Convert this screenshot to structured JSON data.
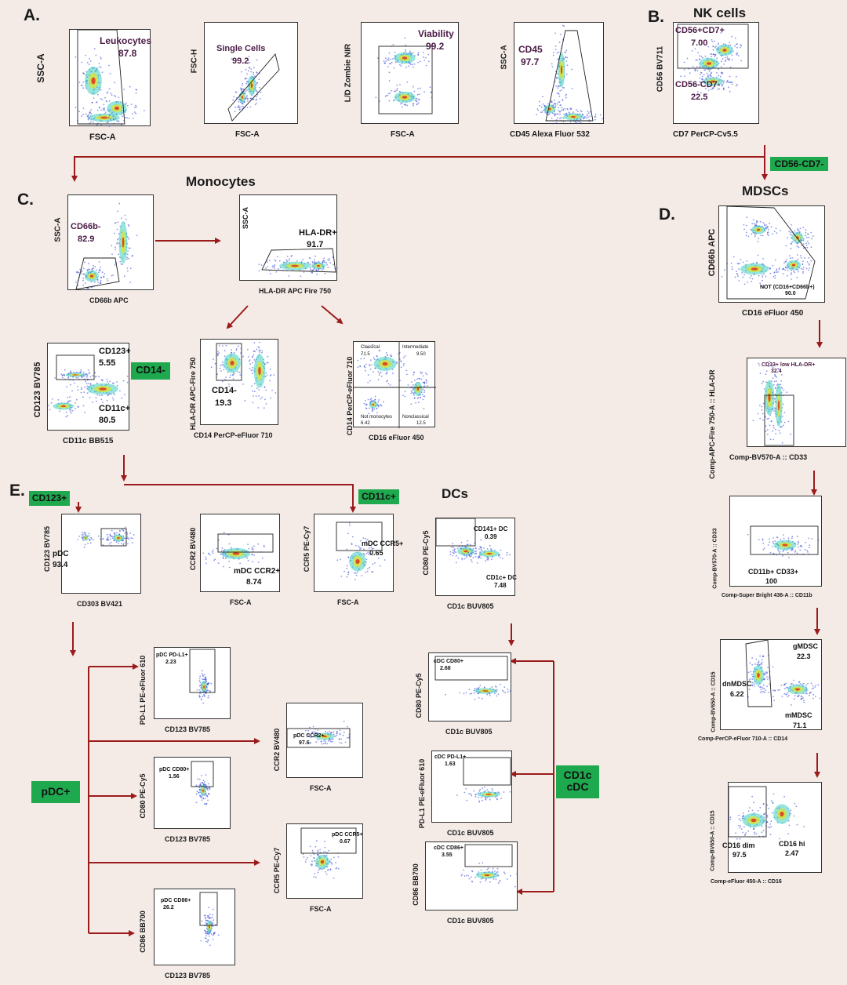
{
  "sections": {
    "A": "A.",
    "B": "B.",
    "C": "C.",
    "D": "D.",
    "E": "E."
  },
  "titles": {
    "nk": "NK cells",
    "mono": "Monocytes",
    "mdsc": "MDSCs",
    "dc": "DCs"
  },
  "tags": {
    "cd56cd7": "CD56-CD7-",
    "cd14neg": "CD14-",
    "cd123pos": "CD123+",
    "cd11cpos": "CD11c+",
    "pdcpos": "pDC+",
    "cd1c": "CD1c cDC"
  },
  "colors": {
    "background": "#f4ebe7",
    "arrow": "#9b1b1b",
    "tag": "#1fa94f"
  },
  "plots": [
    {
      "id": "leukocytes",
      "x_label": "FSC-A",
      "y_label": "SSC-A",
      "gate": "Leukocytes",
      "value": "87.8"
    },
    {
      "id": "single-cells",
      "x_label": "FSC-A",
      "y_label": "FSC-H",
      "gate": "Single Cells",
      "value": "99.2"
    },
    {
      "id": "viability",
      "x_label": "FSC-A",
      "y_label": "L/D Zombie NIR",
      "gate": "Viability",
      "value": "99.2"
    },
    {
      "id": "cd45",
      "x_label": "CD45 Alexa Fluor 532",
      "y_label": "SSC-A",
      "gate": "CD45",
      "value": "97.7"
    },
    {
      "id": "nk",
      "x_label": "CD7 PerCP-Cv5.5",
      "y_label": "CD56 BV711",
      "gates": [
        {
          "gate": "CD56+CD7+",
          "value": "7.00"
        },
        {
          "gate": "CD56-CD7-",
          "value": "22.5"
        }
      ]
    },
    {
      "id": "cd66b",
      "x_label": "CD66b APC",
      "y_label": "SSC-A",
      "gate": "CD66b-",
      "value": "82.9"
    },
    {
      "id": "hladr",
      "x_label": "HLA-DR APC Fire 750",
      "y_label": "SSC-A",
      "gate": "HLA-DR+",
      "value": "91.7"
    },
    {
      "id": "cd123-cd11c",
      "x_label": "CD11c BB515",
      "y_label": "CD123 BV785",
      "gates": [
        {
          "gate": "CD123+",
          "value": "5.55"
        },
        {
          "gate": "CD11c+",
          "value": "80.5"
        }
      ]
    },
    {
      "id": "cd14",
      "x_label": "CD14 PerCP-eFluor 710",
      "y_label": "HLA-DR APC-Fire 750",
      "gate": "CD14-",
      "value": "19.3"
    },
    {
      "id": "quad",
      "x_label": "CD16 eFluor 450",
      "y_label": "CD14 PerCP-eFluor 710",
      "gates": [
        {
          "gate": "Classical",
          "value": "71.5"
        },
        {
          "gate": "Intermediate",
          "value": "9.50"
        },
        {
          "gate": "Not monocytes",
          "value": "6.42"
        },
        {
          "gate": "Nonclassical",
          "value": "12.5"
        }
      ]
    },
    {
      "id": "mdsc-cd66b",
      "x_label": "CD16 eFluor 450",
      "y_label": "CD66b APC",
      "gate": "NOT (CD16+CD66b+)",
      "value": "90.0"
    },
    {
      "id": "mdsc-hladr",
      "x_label": "Comp-BV570-A :: CD33",
      "y_label": "Comp-APC-Fire 750-A :: HLA-DR",
      "gate": "CD33+ low HLA-DR+",
      "value": "32.4"
    },
    {
      "id": "mdsc-cd11b",
      "x_label": "Comp-Super Bright 436-A :: CD11b",
      "y_label": "Comp-BV570-A :: CD33",
      "gate": "CD11b+ CD33+",
      "value": "100"
    },
    {
      "id": "mdsc-cd15",
      "x_label": "Comp-PerCP-eFluor 710-A :: CD14",
      "y_label": "Comp-BV650-A :: CD15",
      "gates": [
        {
          "gate": "gMDSC",
          "value": "22.3"
        },
        {
          "gate": "dnMDSC",
          "value": "6.22"
        },
        {
          "gate": "mMDSC",
          "value": "71.1"
        }
      ]
    },
    {
      "id": "mdsc-cd16",
      "x_label": "Comp-eFluor 450-A :: CD16",
      "y_label": "Comp-BV650-A :: CD15",
      "gates": [
        {
          "gate": "CD16 dim",
          "value": "97.5"
        },
        {
          "gate": "CD16 hi",
          "value": "2.47"
        }
      ]
    },
    {
      "id": "pdc",
      "x_label": "CD303 BV421",
      "y_label": "CD123 BV785",
      "gate": "pDC",
      "value": "93.4"
    },
    {
      "id": "mdc-ccr2",
      "x_label": "FSC-A",
      "y_label": "CCR2 BV480",
      "gate": "mDC CCR2+",
      "value": "8.74"
    },
    {
      "id": "mdc-ccr5",
      "x_label": "FSC-A",
      "y_label": "CCR5 PE-Cy7",
      "gate": "mDC CCR5+",
      "value": "0.65"
    },
    {
      "id": "dc-cd141",
      "x_label": "CD1c BUV805",
      "y_label": "CD80 PE-Cy5",
      "gates": [
        {
          "gate": "CD141+ DC",
          "value": "0.39"
        },
        {
          "gate": "CD1c+ DC",
          "value": "7.48"
        }
      ]
    },
    {
      "id": "pdc-pdl1",
      "x_label": "CD123 BV785",
      "y_label": "PD-L1 PE-eFluor 610",
      "gate": "pDC PD-L1+",
      "value": "2.23"
    },
    {
      "id": "pdc-ccr2",
      "x_label": "FSC-A",
      "y_label": "CCR2 BV480",
      "gate": "pDC CCR2+",
      "value": "97.6"
    },
    {
      "id": "pdc-cd80",
      "x_label": "CD123 BV785",
      "y_label": "CD80 PE-Cy5",
      "gate": "pDC CD80+",
      "value": "1.56"
    },
    {
      "id": "pdc-ccr5",
      "x_label": "FSC-A",
      "y_label": "CCR5 PE-Cy7",
      "gate": "pDC CCR5+",
      "value": "0.67"
    },
    {
      "id": "pdc-cd86",
      "x_label": "CD123 BV785",
      "y_label": "CD86 BB700",
      "gate": "pDC CD86+",
      "value": "26.2"
    },
    {
      "id": "cdc-cd80",
      "x_label": "CD1c BUV805",
      "y_label": "CD80 PE-Cy5",
      "gate": "cDC CD80+",
      "value": "2.68"
    },
    {
      "id": "cdc-pdl1",
      "x_label": "CD1c BUV805",
      "y_label": "PD-L1 PE-eFluor 610",
      "gate": "cDC PD-L1+",
      "value": "1.63"
    },
    {
      "id": "cdc-cd86",
      "x_label": "CD1c BUV805",
      "y_label": "CD86 BB700",
      "gate": "cDC CD86+",
      "value": "3.55"
    }
  ]
}
